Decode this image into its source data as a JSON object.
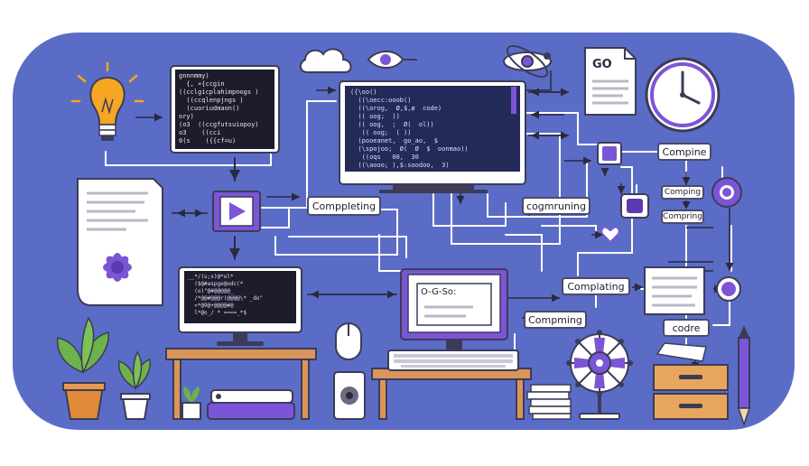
{
  "colors": {
    "background": "#5b6cc7",
    "outline": "#3c3c58",
    "purple": "#7b55d6",
    "screen_dark": "#1c1c2a",
    "screen_navy": "#232a58",
    "wood": "#d9955a",
    "bulb": "#f5a623",
    "leaf": "#6db24a",
    "pot": "#e08a3c"
  },
  "icons": [
    "lightbulb-icon",
    "cloud-icon",
    "eye-icon",
    "atom-icon",
    "go-document-icon",
    "clock-icon",
    "play-icon",
    "flower-icon",
    "heart-icon",
    "search-icon",
    "plant-icon",
    "mouse-icon",
    "speaker-icon",
    "books-icon",
    "gear-icon",
    "pencil-icon",
    "drawer-icon"
  ],
  "labels": {
    "completing": "Comppleting",
    "cogmruning": "cogmruning",
    "compine": "Compine",
    "comping_small_1": "Comping",
    "comping_small_2": "Compring",
    "complating": "Complating",
    "compming": "Compming",
    "codre": "codre",
    "go_doc": "GO",
    "center_screen": "O-G-So:"
  },
  "code": {
    "left_terminal": [
      "gnnnmmy)",
      "  {, «{ccgin",
      "((cclgicplahimpnogs )",
      "  ((ccqlenpjngs )",
      "  (cuoriudmaon()",
      "ory)",
      "(o3  ((ccgfutsuiopoy)",
      "o3    ((cci",
      "0(s    ({{cf=u)"
    ],
    "main_monitor": [
      "({\\oo()",
      "  ((\\oecc:ooob()",
      "  ((\\orog,  Ø,$,ø  code)",
      "  (( oog;  ))",
      "  (( oog,  ;  Ø(  ol))",
      "   (( oog;  ( ))",
      "  (pooeanet,  go_ao,  $",
      "  (\\spojoo;  Ø(  Ø  $  oonmao))",
      "   ((oqs   00,  30",
      "  ((\\aooo; ),$:soodoo,  3)"
    ],
    "lower_monitor": [
      "__*/(u;s)@*ol*",
      "  ($@#aspge@odc(*",
      "  (o)\"@#@@@@@_",
      "  /*@@#@@@r(@@@@\\* _do\"",
      "  «*@9@+@@@@#@",
      "  l*@o_/ * ====_*$"
    ]
  }
}
